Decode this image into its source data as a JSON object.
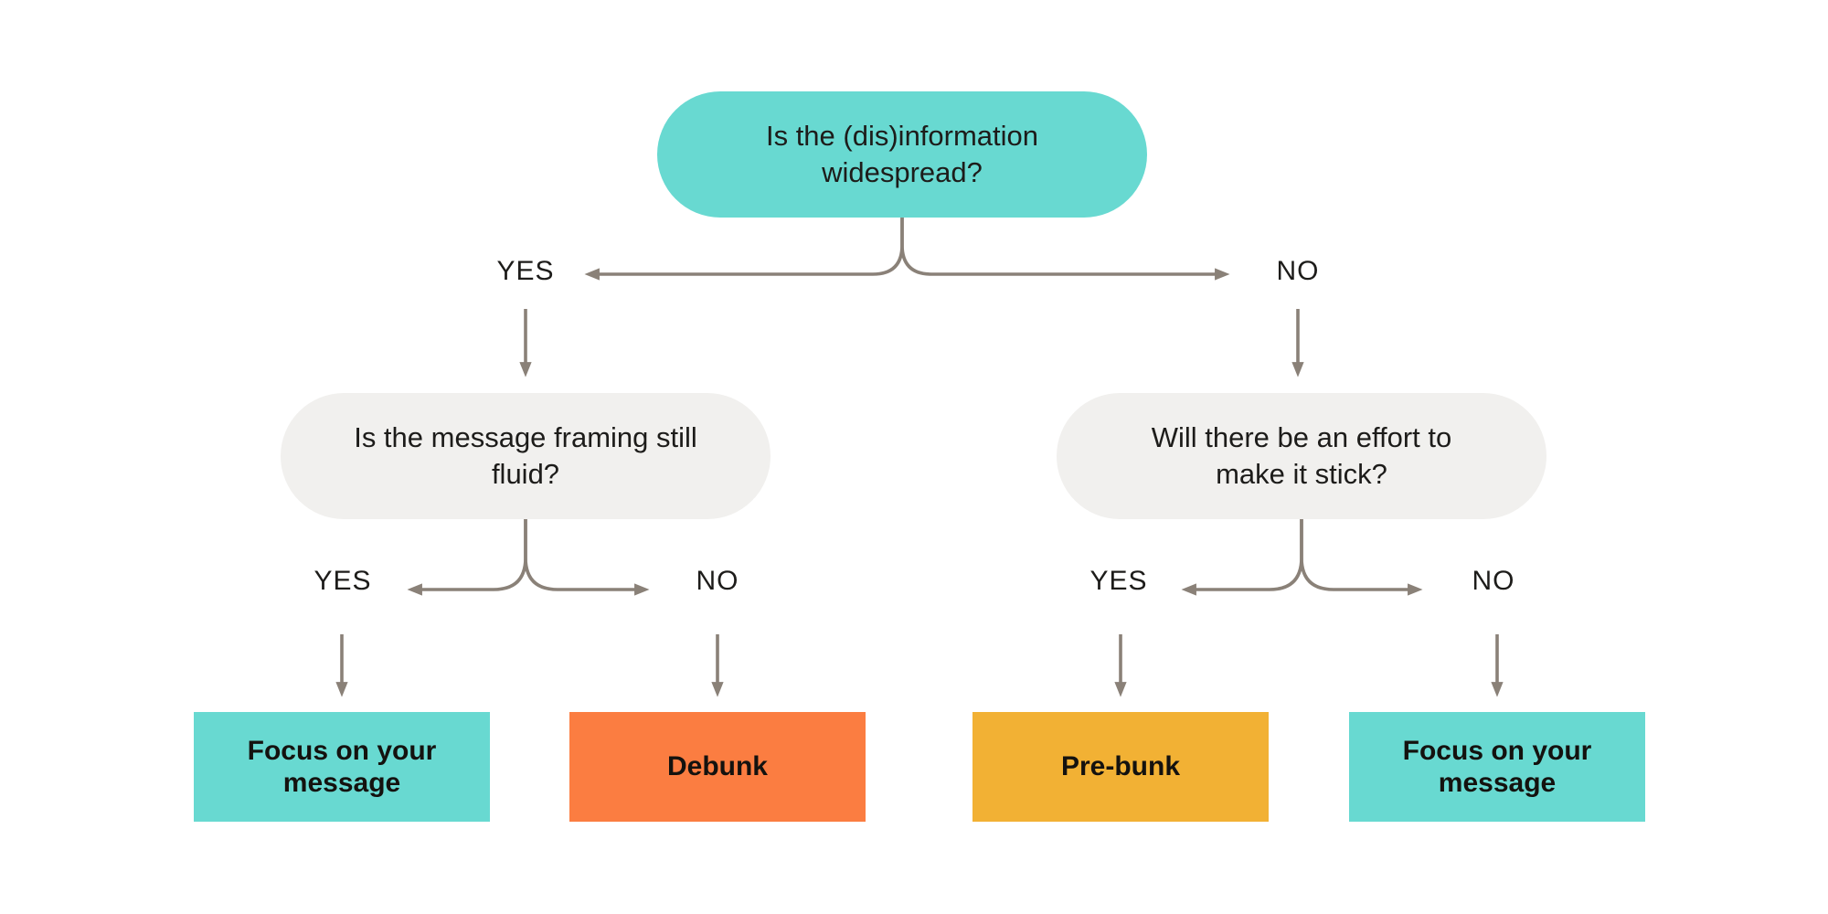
{
  "flowchart": {
    "colors": {
      "teal": "#68d9d1",
      "light_gray": "#f1f0ee",
      "orange": "#fb7d41",
      "amber": "#f2b134",
      "connector": "#8a8178",
      "text": "#1d1c1a"
    },
    "labels": {
      "yes": "YES",
      "no": "NO"
    },
    "root_question": {
      "text": "Is the (dis)information widespread?",
      "lines": [
        "Is the (dis)information",
        "widespread?"
      ]
    },
    "left_question": {
      "text": "Is the message framing still fluid?",
      "lines": [
        "Is the message framing still",
        "fluid?"
      ]
    },
    "right_question": {
      "text": "Will there be an effort to make it stick?",
      "lines": [
        "Will there be an effort to",
        "make it stick?"
      ]
    },
    "outcomes": [
      {
        "text": "Focus on your message",
        "lines": [
          "Focus on your",
          "message"
        ],
        "color": "#68d9d1"
      },
      {
        "text": "Debunk",
        "lines": [
          "Debunk"
        ],
        "color": "#fb7d41"
      },
      {
        "text": "Pre-bunk",
        "lines": [
          "Pre-bunk"
        ],
        "color": "#f2b134"
      },
      {
        "text": "Focus on your message",
        "lines": [
          "Focus on your",
          "message"
        ],
        "color": "#68d9d1"
      }
    ]
  }
}
